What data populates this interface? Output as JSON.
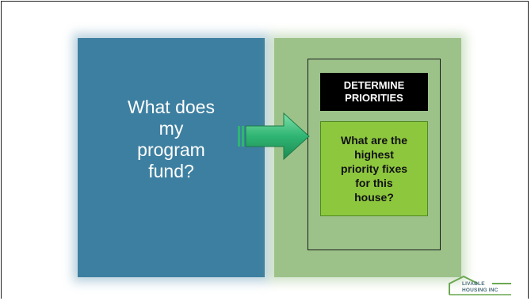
{
  "left_panel": {
    "lines": [
      "What does",
      "my",
      "program",
      "fund?"
    ]
  },
  "right_panel": {
    "header_lines": [
      "DETERMINE",
      "PRIORITIES"
    ],
    "question_lines": [
      "What are the",
      "highest",
      "priority fixes",
      "for this",
      "house?"
    ]
  },
  "arrow": {
    "icon": "right-arrow-icon",
    "color": "#2fb573"
  },
  "logo": {
    "line1": "LIVABLE",
    "line2": "HOUSING INC"
  },
  "colors": {
    "left_panel": "#3d7fa0",
    "right_panel": "#9cc28a",
    "question_box": "#8dc73e",
    "header_box": "#000000"
  }
}
